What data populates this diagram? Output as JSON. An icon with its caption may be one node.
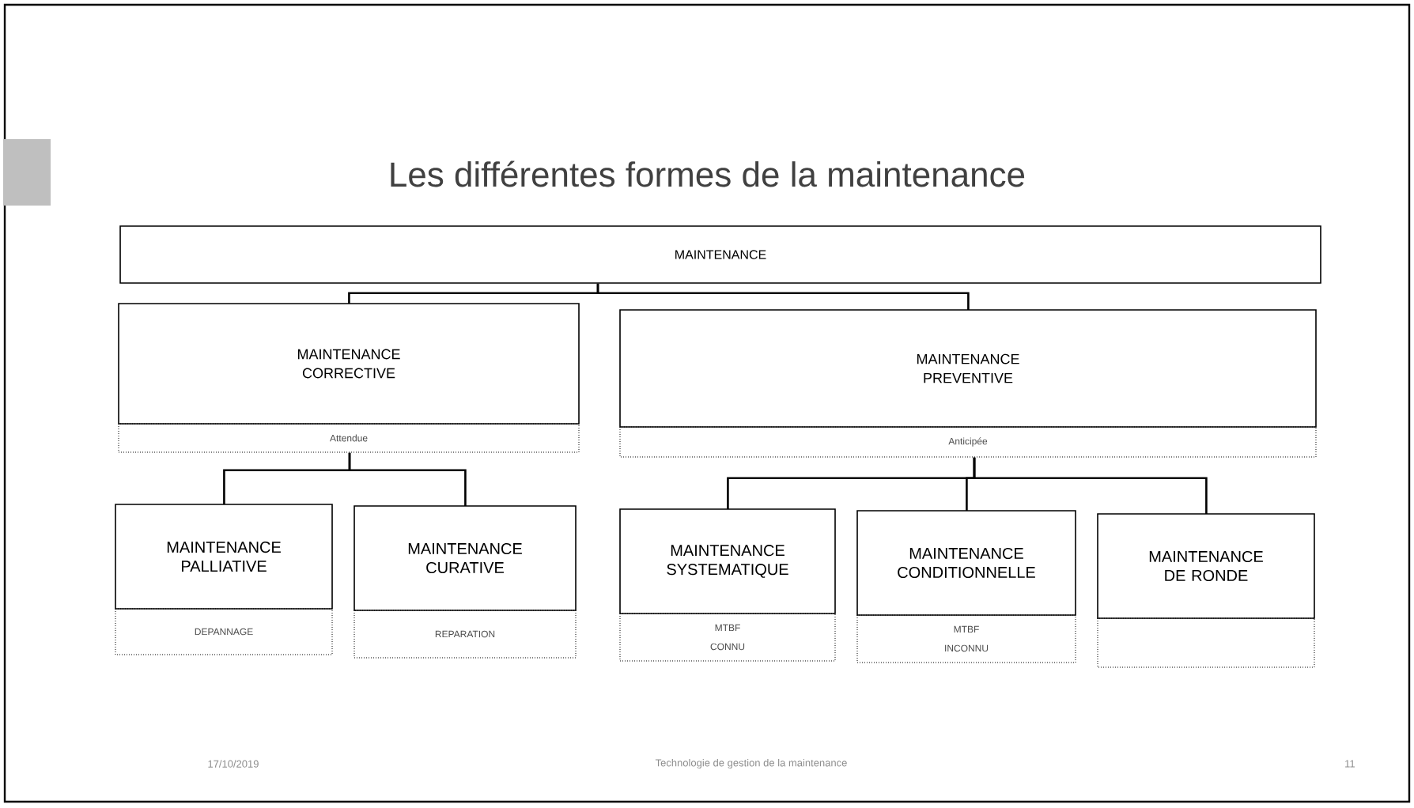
{
  "diagram": {
    "title": "Les différentes formes de la maintenance",
    "nodes": [
      {
        "text": [
          "MAINTENANCE"
        ]
      },
      {
        "text": [
          "MAINTENANCE CORRECTIVE",
          "Attendue"
        ]
      },
      {
        "text": [
          "MAINTENANCE PREVENTIVE",
          "Anticipée"
        ]
      },
      {
        "text": [
          "MAINTENANCE PALLIATIVE",
          "DEPANNAGE"
        ]
      },
      {
        "text": [
          "MAINTENANCE CURATIVE",
          "REPARATION"
        ]
      },
      {
        "text": [
          "MAINTENANCE SYSTEMATIQUE",
          "MTBF CONNU"
        ]
      },
      {
        "text": [
          "MAINTENANCE CONDITIONNELLE",
          "MTBF INCONNU"
        ]
      },
      {
        "text": [
          "MAINTENANCE DE RONDE"
        ]
      }
    ],
    "edges": [
      {
        "from": 0,
        "to": 1,
        "arrow": "none"
      },
      {
        "from": 0,
        "to": 2,
        "arrow": "none"
      },
      {
        "from": 1,
        "to": 3,
        "arrow": "none"
      },
      {
        "from": 1,
        "to": 4,
        "arrow": "none"
      },
      {
        "from": 2,
        "to": 5,
        "arrow": "none"
      },
      {
        "from": 2,
        "to": 6,
        "arrow": "none"
      },
      {
        "from": 2,
        "to": 7,
        "arrow": "none"
      }
    ],
    "labels": [
      "17/10/2019",
      "Technologie de gestion de la maintenance",
      "11"
    ]
  }
}
